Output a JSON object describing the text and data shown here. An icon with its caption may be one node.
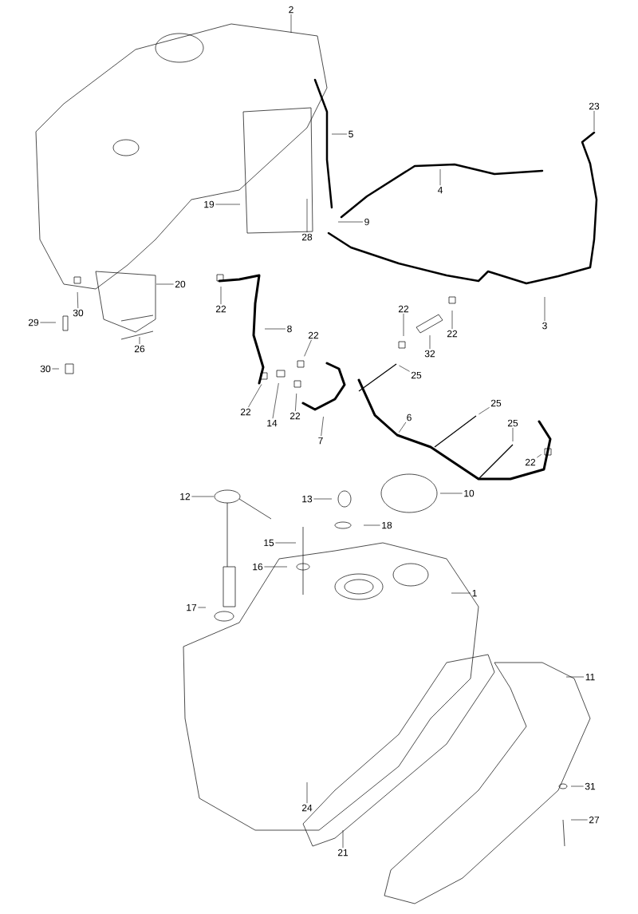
{
  "diagram": {
    "nodes": [
      {
        "text": [
          "2"
        ]
      },
      {
        "text": [
          "23"
        ]
      },
      {
        "text": [
          "5"
        ]
      },
      {
        "text": [
          "4"
        ]
      },
      {
        "text": [
          "19"
        ]
      },
      {
        "text": [
          "9"
        ]
      },
      {
        "text": [
          "28"
        ]
      },
      {
        "text": [
          "20"
        ]
      },
      {
        "text": [
          "30"
        ]
      },
      {
        "text": [
          "22"
        ]
      },
      {
        "text": [
          "22"
        ]
      },
      {
        "text": [
          "29"
        ]
      },
      {
        "text": [
          "3"
        ]
      },
      {
        "text": [
          "8"
        ]
      },
      {
        "text": [
          "22"
        ]
      },
      {
        "text": [
          "22"
        ]
      },
      {
        "text": [
          "26"
        ]
      },
      {
        "text": [
          "32"
        ]
      },
      {
        "text": [
          "30"
        ]
      },
      {
        "text": [
          "25"
        ]
      },
      {
        "text": [
          "14"
        ]
      },
      {
        "text": [
          "25"
        ]
      },
      {
        "text": [
          "22"
        ]
      },
      {
        "text": [
          "22"
        ]
      },
      {
        "text": [
          "6"
        ]
      },
      {
        "text": [
          "25"
        ]
      },
      {
        "text": [
          "7"
        ]
      },
      {
        "text": [
          "22"
        ]
      },
      {
        "text": [
          "10"
        ]
      },
      {
        "text": [
          "12"
        ]
      },
      {
        "text": [
          "13"
        ]
      },
      {
        "text": [
          "18"
        ]
      },
      {
        "text": [
          "15"
        ]
      },
      {
        "text": [
          "16"
        ]
      },
      {
        "text": [
          "1"
        ]
      },
      {
        "text": [
          "17"
        ]
      },
      {
        "text": [
          "11"
        ]
      },
      {
        "text": [
          "31"
        ]
      },
      {
        "text": [
          "24"
        ]
      },
      {
        "text": [
          "27"
        ]
      },
      {
        "text": [
          "21"
        ]
      }
    ],
    "edges": [
      {
        "from": 0,
        "to": null,
        "arrow": "none"
      },
      {
        "from": 1,
        "to": null,
        "arrow": "none"
      },
      {
        "from": 2,
        "to": null,
        "arrow": "none"
      },
      {
        "from": 3,
        "to": null,
        "arrow": "none"
      },
      {
        "from": 4,
        "to": null,
        "arrow": "none"
      },
      {
        "from": 5,
        "to": null,
        "arrow": "none"
      },
      {
        "from": 6,
        "to": null,
        "arrow": "none"
      },
      {
        "from": 7,
        "to": null,
        "arrow": "none"
      },
      {
        "from": 8,
        "to": null,
        "arrow": "none"
      },
      {
        "from": 9,
        "to": null,
        "arrow": "none"
      },
      {
        "from": 10,
        "to": null,
        "arrow": "none"
      },
      {
        "from": 11,
        "to": null,
        "arrow": "none"
      },
      {
        "from": 12,
        "to": null,
        "arrow": "none"
      },
      {
        "from": 13,
        "to": null,
        "arrow": "none"
      },
      {
        "from": 14,
        "to": null,
        "arrow": "none"
      },
      {
        "from": 15,
        "to": null,
        "arrow": "none"
      },
      {
        "from": 16,
        "to": null,
        "arrow": "none"
      },
      {
        "from": 17,
        "to": null,
        "arrow": "none"
      },
      {
        "from": 18,
        "to": null,
        "arrow": "none"
      },
      {
        "from": 19,
        "to": null,
        "arrow": "none"
      },
      {
        "from": 20,
        "to": null,
        "arrow": "none"
      },
      {
        "from": 21,
        "to": null,
        "arrow": "none"
      },
      {
        "from": 22,
        "to": null,
        "arrow": "none"
      },
      {
        "from": 23,
        "to": null,
        "arrow": "none"
      },
      {
        "from": 24,
        "to": null,
        "arrow": "none"
      },
      {
        "from": 25,
        "to": null,
        "arrow": "none"
      },
      {
        "from": 26,
        "to": null,
        "arrow": "none"
      },
      {
        "from": 27,
        "to": null,
        "arrow": "none"
      },
      {
        "from": 28,
        "to": null,
        "arrow": "none"
      },
      {
        "from": 29,
        "to": null,
        "arrow": "none"
      },
      {
        "from": 30,
        "to": null,
        "arrow": "none"
      },
      {
        "from": 31,
        "to": null,
        "arrow": "none"
      },
      {
        "from": 32,
        "to": null,
        "arrow": "none"
      },
      {
        "from": 33,
        "to": null,
        "arrow": "none"
      },
      {
        "from": 34,
        "to": null,
        "arrow": "none"
      },
      {
        "from": 35,
        "to": null,
        "arrow": "none"
      },
      {
        "from": 36,
        "to": null,
        "arrow": "none"
      },
      {
        "from": 37,
        "to": null,
        "arrow": "none"
      },
      {
        "from": 38,
        "to": null,
        "arrow": "none"
      },
      {
        "from": 39,
        "to": null,
        "arrow": "none"
      },
      {
        "from": 40,
        "to": null,
        "arrow": "none"
      }
    ]
  }
}
